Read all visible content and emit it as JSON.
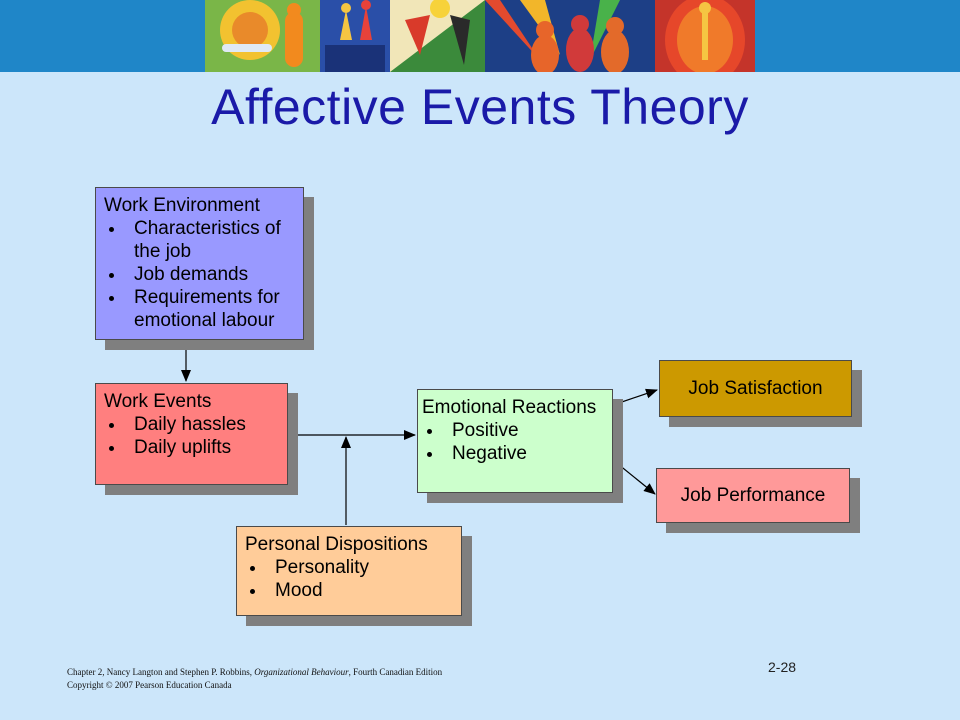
{
  "slide": {
    "title": "Affective Events Theory",
    "background": "#cce6fa",
    "title_color": "#1a1aa8"
  },
  "banner": {
    "description_icon": "decorative-people-illustration-icon",
    "color": "#1f86c8"
  },
  "diagram": {
    "work_environment": {
      "heading": "Work Environment",
      "color": "#9999ff",
      "items": [
        "Characteristics of the job",
        "Job demands",
        "Requirements for emotional labour"
      ]
    },
    "work_events": {
      "heading": "Work Events",
      "color": "#ff7f7f",
      "items": [
        "Daily hassles",
        "Daily uplifts"
      ]
    },
    "personal_dispositions": {
      "heading": "Personal Dispositions",
      "color": "#ffcc99",
      "items": [
        "Personality",
        "Mood"
      ]
    },
    "emotional_reactions": {
      "heading": "Emotional Reactions",
      "color": "#ccffcc",
      "items": [
        "Positive",
        "Negative"
      ]
    },
    "job_satisfaction": {
      "label": "Job Satisfaction",
      "color": "#cc9900"
    },
    "job_performance": {
      "label": "Job Performance",
      "color": "#ff9999"
    }
  },
  "footer": {
    "citation_prefix": "Chapter 2, Nancy Langton and Stephen P. Robbins, ",
    "citation_book": "Organizational Behaviour",
    "citation_suffix": ", Fourth Canadian Edition",
    "copyright": "Copyright © 2007 Pearson Education Canada",
    "page_number": "2-28"
  }
}
